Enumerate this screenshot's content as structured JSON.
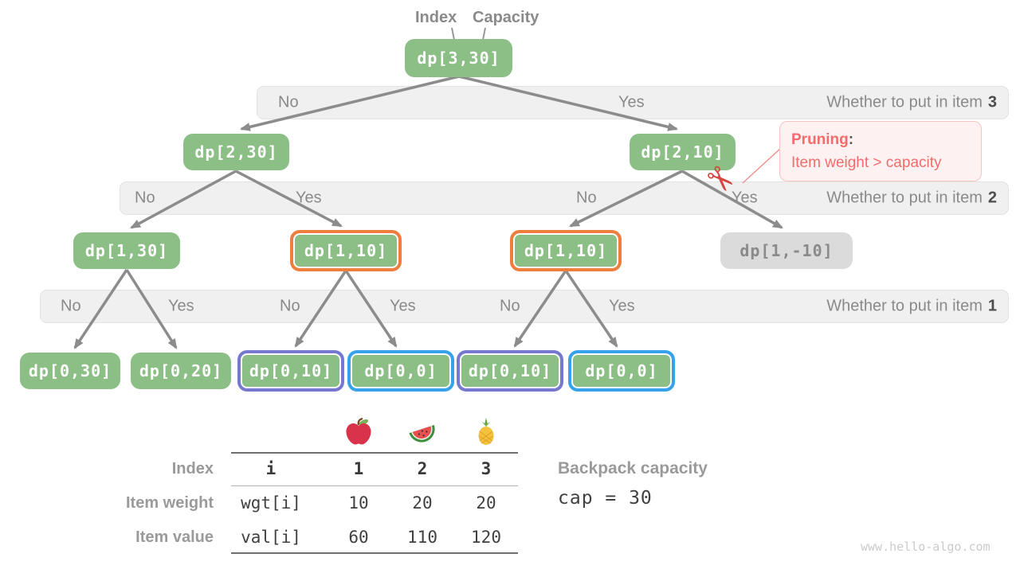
{
  "header": {
    "index_label": "Index",
    "capacity_label": "Capacity"
  },
  "nodes": {
    "root": "dp[3,30]",
    "l2_left": "dp[2,30]",
    "l2_right": "dp[2,10]",
    "l1_a": "dp[1,30]",
    "l1_b": "dp[1,10]",
    "l1_c": "dp[1,10]",
    "l1_pruned": "dp[1,-10]",
    "l0_a": "dp[0,30]",
    "l0_b": "dp[0,20]",
    "l0_c": "dp[0,10]",
    "l0_d": "dp[0,0]",
    "l0_e": "dp[0,10]",
    "l0_f": "dp[0,0]"
  },
  "bars": [
    {
      "no_yes": [
        "No",
        "Yes"
      ],
      "caption": "Whether to put in item",
      "item": "3"
    },
    {
      "no_yes": [
        "No",
        "Yes",
        "No",
        "Yes"
      ],
      "caption": "Whether to put in item",
      "item": "2"
    },
    {
      "no_yes": [
        "No",
        "Yes",
        "No",
        "Yes",
        "No",
        "Yes"
      ],
      "caption": "Whether to put in item",
      "item": "1"
    }
  ],
  "pruning": {
    "title": "Pruning",
    "colon": ":",
    "detail": "Item weight > capacity"
  },
  "icons": {
    "scissors": "scissors-icon",
    "fruits": [
      "apple-icon",
      "watermelon-icon",
      "pineapple-icon"
    ],
    "scissors_glyph": "✂"
  },
  "table": {
    "rows": [
      {
        "label": "Index",
        "cells": [
          "i",
          "1",
          "2",
          "3"
        ]
      },
      {
        "label": "Item weight",
        "cells": [
          "wgt[i]",
          "10",
          "20",
          "20"
        ]
      },
      {
        "label": "Item value",
        "cells": [
          "val[i]",
          "60",
          "110",
          "120"
        ]
      }
    ]
  },
  "capacity": {
    "label": "Backpack capacity",
    "formula": "cap = 30"
  },
  "watermark": "www.hello-algo.com",
  "colors": {
    "node_green": "#8cbf85",
    "node_gray": "#dbdbdb",
    "highlight_orange": "#ef7d3d",
    "highlight_purple": "#7678cf",
    "highlight_blue": "#36a2eb",
    "pruning_red": "#f56c6c",
    "arrow_gray": "#8c8c8c"
  }
}
